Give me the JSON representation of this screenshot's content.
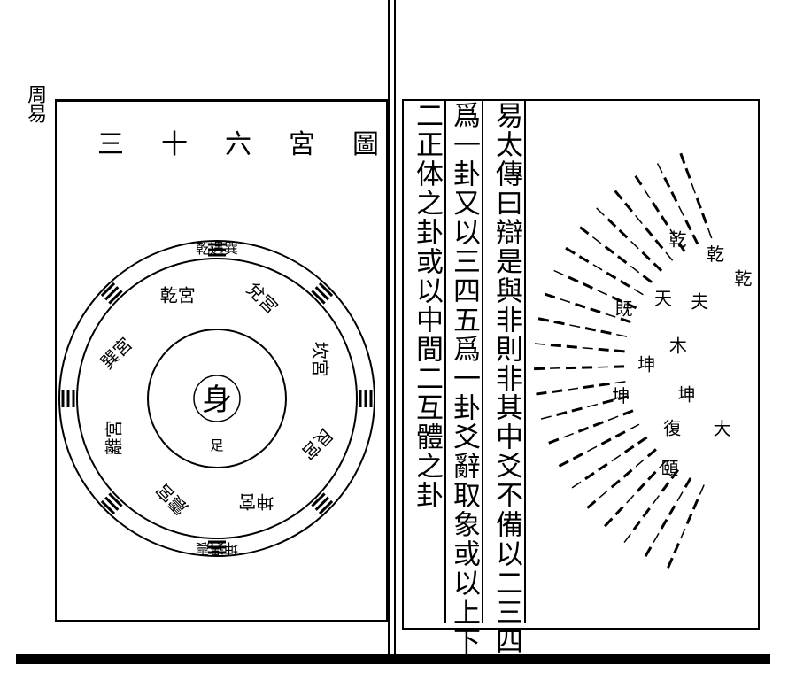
{
  "margin_label": "周易",
  "diagram": {
    "title": "三十六宮圖",
    "center": "身",
    "ring_labels": [
      "乾宮",
      "兌宮",
      "坎宮",
      "艮宮",
      "坤宮",
      "震宮",
      "離宮",
      "巽宮"
    ],
    "outer_labels": [
      "乾遇巽",
      "坤遇震"
    ],
    "inner_small": [
      "足"
    ]
  },
  "text": {
    "columns": [
      "易太傳曰辯是與非則非其中爻不備以二三四",
      "爲一卦又以三四五爲一卦爻辭取象或以上下",
      "二正体之卦或以中間二互體之卦"
    ]
  },
  "right_diagram": {
    "labels": [
      "乾",
      "乾",
      "乾",
      "夫",
      "天",
      "既",
      "木",
      "坤",
      "坤",
      "坤",
      "復",
      "頤",
      "大"
    ]
  }
}
